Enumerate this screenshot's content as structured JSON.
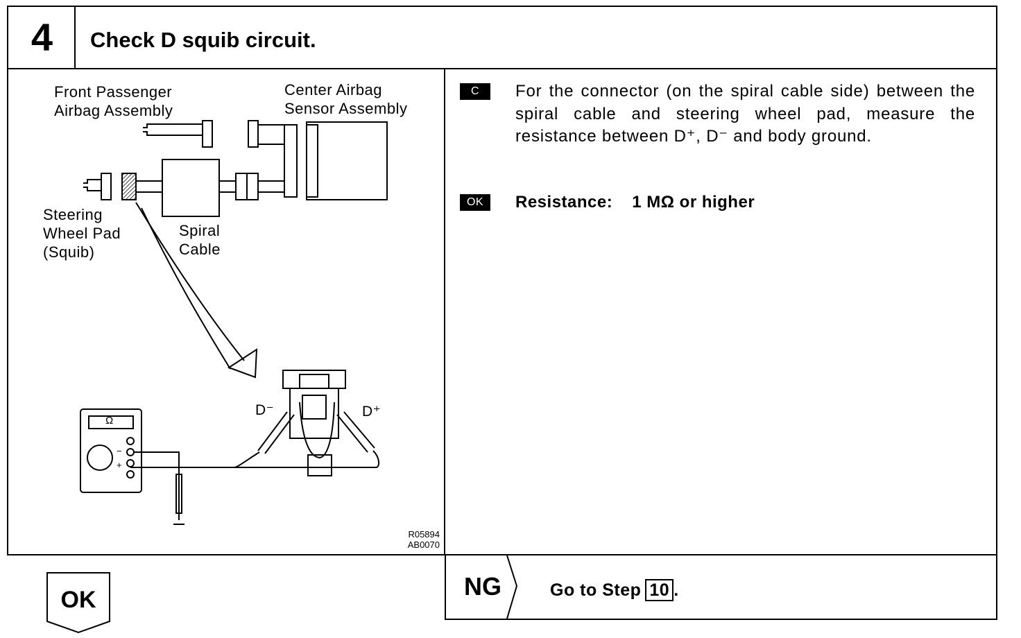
{
  "step": {
    "number": "4",
    "title": "Check D squib circuit."
  },
  "diagram": {
    "labels": {
      "front_passenger_1": "Front Passenger",
      "front_passenger_2": "Airbag Assembly",
      "center_sensor_1": "Center Airbag",
      "center_sensor_2": "Sensor Assembly",
      "steering_1": "Steering",
      "steering_2": "Wheel Pad",
      "steering_3": "(Squib)",
      "spiral_1": "Spiral",
      "spiral_2": "Cable",
      "d_minus": "D⁻",
      "d_plus": "D⁺",
      "ohm_symbol": "Ω",
      "minus_sign": "−",
      "plus_sign": "+"
    },
    "figure_codes": [
      "R05894",
      "AB0070"
    ]
  },
  "procedure": {
    "condition_tag": "C",
    "instruction": "For the connector (on the spiral cable side) between the spiral cable and steering wheel pad, measure the resistance between D⁺, D⁻ and body ground.",
    "ok_tag": "OK",
    "spec_label": "Resistance:",
    "spec_value": "1 MΩ or higher"
  },
  "footer": {
    "ok_label": "OK",
    "ng_label": "NG",
    "goto_text": "Go to Step",
    "goto_step": "10",
    "goto_period": "."
  }
}
